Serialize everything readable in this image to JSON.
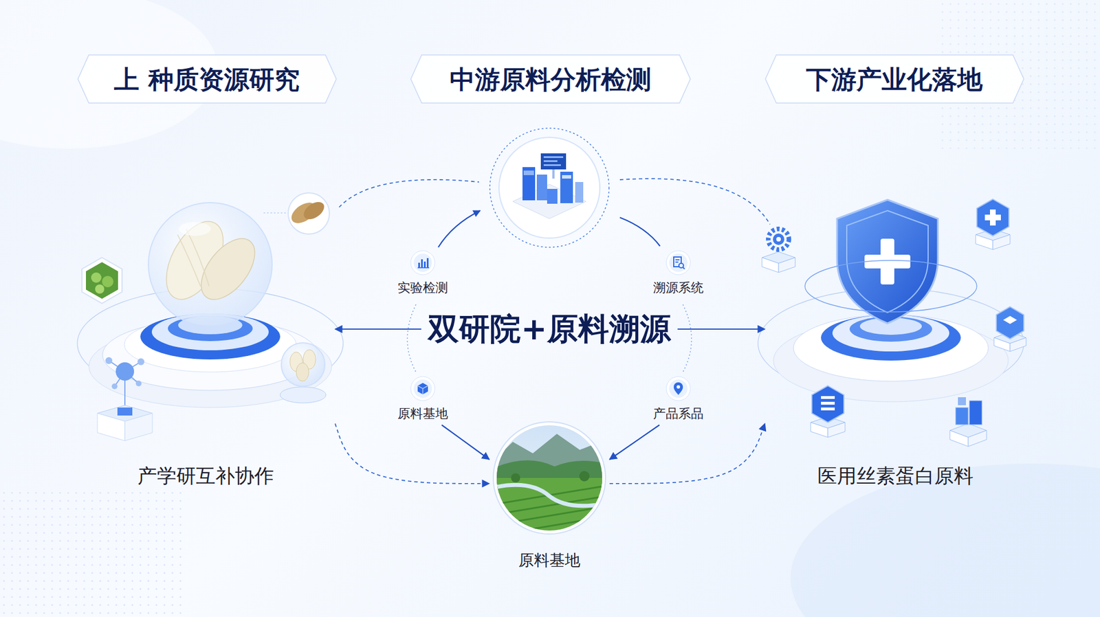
{
  "diagram": {
    "nodes": [
      {
        "text": [
          "上 种质资源研究"
        ]
      },
      {
        "text": [
          "中游原料分析检测"
        ]
      },
      {
        "text": [
          "下游产业化落地"
        ]
      },
      {
        "text": [
          "实验检测"
        ]
      },
      {
        "text": [
          "溯源系统"
        ]
      },
      {
        "text": [
          "双研院+原料溯源"
        ]
      },
      {
        "text": [
          "原料基地"
        ]
      },
      {
        "text": [
          "产品系品"
        ]
      },
      {
        "text": [
          "产学研互补协作"
        ]
      },
      {
        "text": [
          "医用丝素蛋白原料"
        ]
      },
      {
        "text": [
          "原料基地"
        ]
      }
    ],
    "edges": [
      {
        "from": 5,
        "to": 8,
        "arrow": "to"
      },
      {
        "from": 5,
        "to": 9,
        "arrow": "to"
      },
      {
        "from": 6,
        "to": 10,
        "arrow": "to"
      },
      {
        "from": 7,
        "to": 10,
        "arrow": "to"
      },
      {
        "from": 8,
        "to": 10,
        "arrow": "to"
      },
      {
        "from": 10,
        "to": 9,
        "arrow": "to"
      }
    ]
  }
}
